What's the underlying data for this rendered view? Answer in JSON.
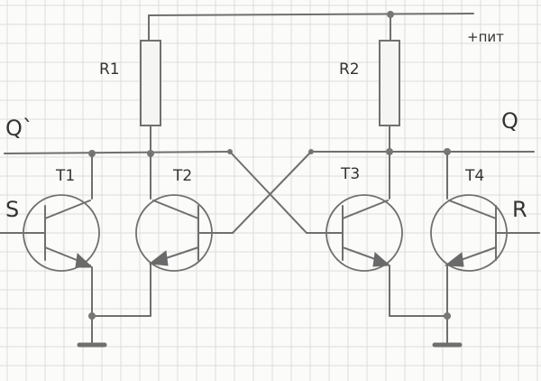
{
  "labels": {
    "r1": "R1",
    "r2": "R2",
    "power": "+пит",
    "q_not": "Q`",
    "q": "Q",
    "s": "S",
    "r": "R",
    "t1": "T1",
    "t2": "T2",
    "t3": "T3",
    "t4": "T4"
  },
  "colors": {
    "background": "#fbfbfa",
    "grid": "#dcdcdc",
    "wire": "#6f6f6f"
  }
}
